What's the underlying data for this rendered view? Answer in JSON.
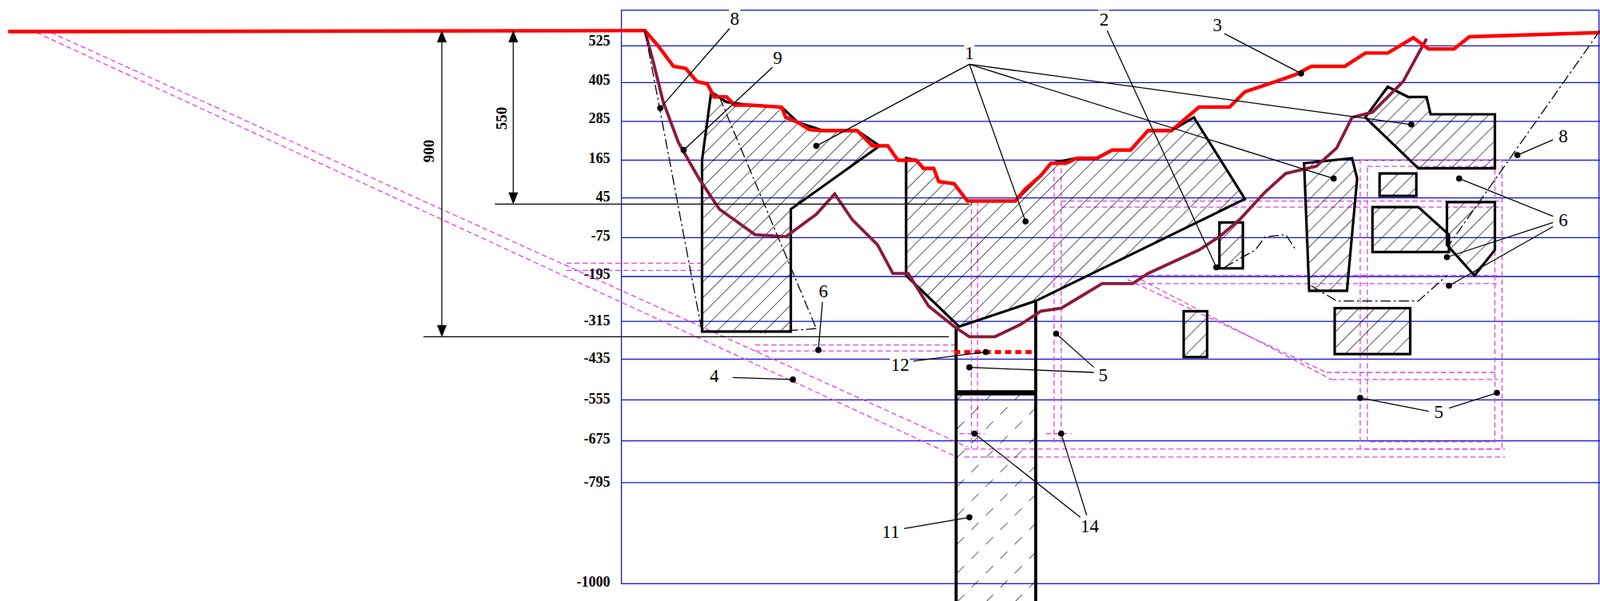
{
  "diagram": {
    "labels": [
      "525",
      "405",
      "285",
      "165",
      "45",
      "-75",
      "-195",
      "-315",
      "-435",
      "-555",
      "-675",
      "-795",
      "-1000",
      "900",
      "550",
      "8",
      "9",
      "1",
      "2",
      "3",
      "8",
      "6",
      "4",
      "6",
      "12",
      "5",
      "5",
      "11",
      "14"
    ]
  }
}
